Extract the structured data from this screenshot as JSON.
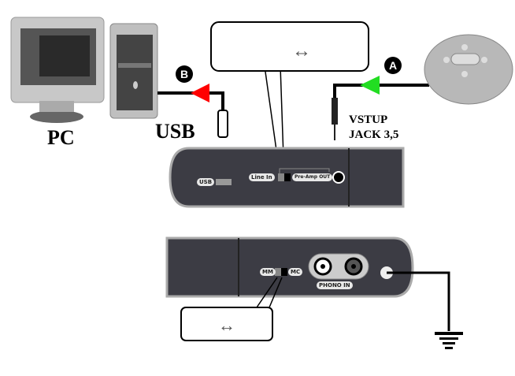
{
  "labels": {
    "pc": "PC",
    "usb": "USB",
    "input_line1": "VSTUP",
    "input_line2": "JACK 3,5",
    "badge_a": "A",
    "badge_b": "B"
  },
  "front_panel": {
    "usb_port": "USB",
    "line_in": "Line In",
    "preamp_out": "Pre-Amp OUT"
  },
  "rear_panel": {
    "mm": "MM",
    "mc": "MC",
    "phono_in": "PHONO  IN"
  },
  "callouts": {
    "top_switch_symbol": "↔",
    "bottom_switch_symbol": "↔"
  },
  "colors": {
    "arrow_usb": "#ff0000",
    "arrow_input": "#22dd22",
    "device_body": "#3c3c44"
  }
}
